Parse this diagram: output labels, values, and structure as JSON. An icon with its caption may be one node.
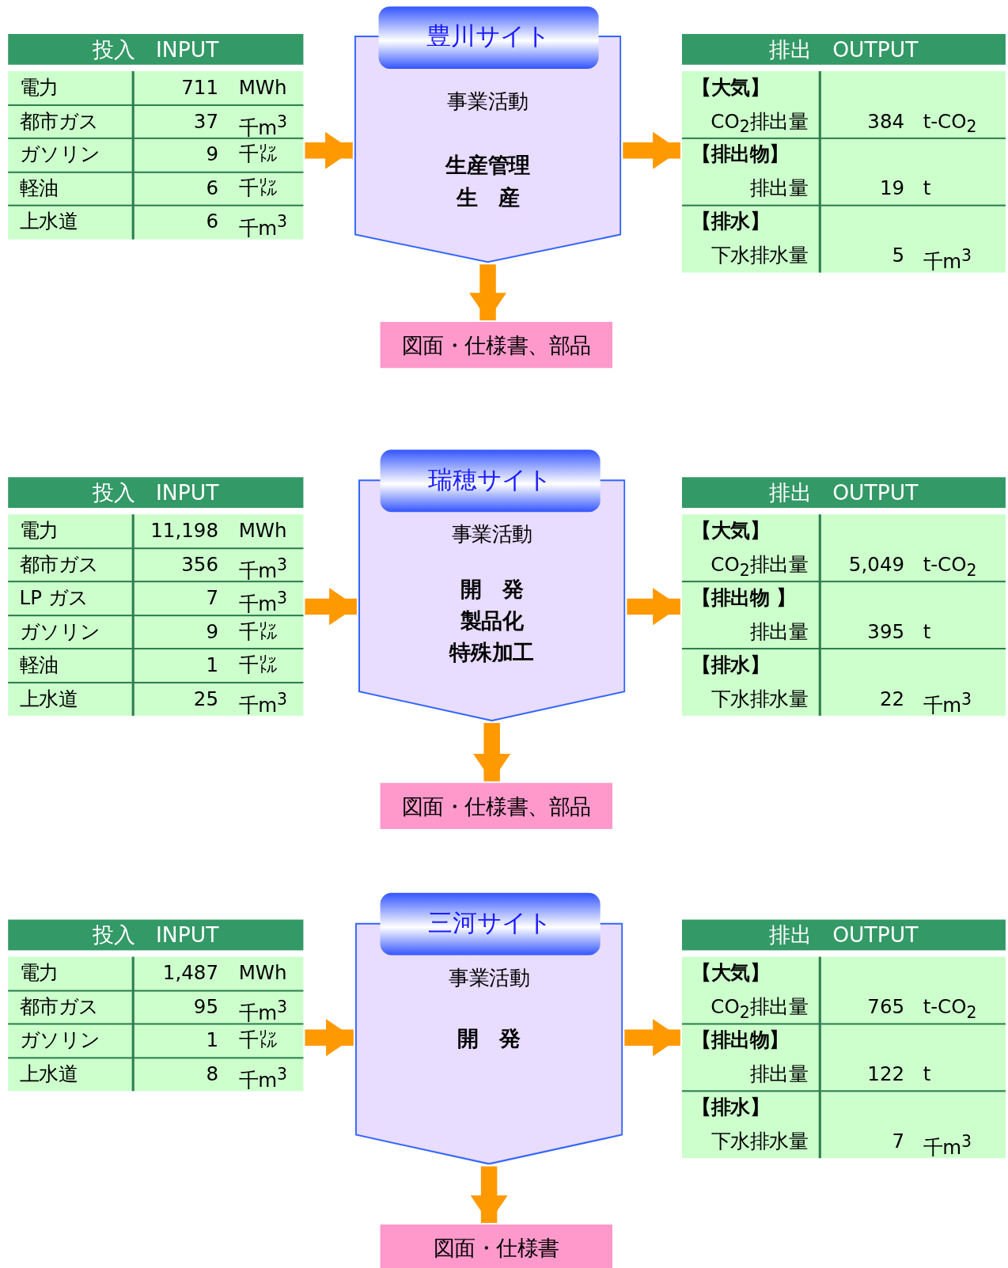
{
  "diagram": {
    "nodes": [
      {
        "text": [
          "投入　INPUT",
          "電力",
          "711",
          "MWh",
          "都市ガス",
          "37",
          "千m$^{3}$",
          "ガソリン",
          "9",
          "千㍑",
          "軽油",
          "6",
          "千㍑",
          "上水道",
          "6",
          "千m$^{3}$"
        ]
      },
      {
        "text": [
          "豊川サイト",
          "事業活動",
          "生産管理",
          "生　産"
        ]
      },
      {
        "text": [
          "排出　OUTPUT",
          "【大気】",
          "CO$_{2}$排出量",
          "384",
          "t-CO$_{2}$",
          "【排出物】",
          "排出量",
          "19",
          "t",
          "【排水】",
          "下水排水量",
          "5",
          "千m$^{3}$"
        ]
      },
      {
        "text": [
          "図面・仕様書、部品"
        ]
      },
      {
        "text": [
          "投入　INPUT",
          "電力",
          "11,198",
          "MWh",
          "都市ガス",
          "356",
          "千m$^{3}$",
          "LP ガス",
          "7",
          "千m$^{3}$",
          "ガソリン",
          "9",
          "千㍑",
          "軽油",
          "1",
          "千㍑",
          "上水道",
          "25",
          "千m$^{3}$"
        ]
      },
      {
        "text": [
          "瑞穂サイト",
          "事業活動",
          "開　発",
          "製品化",
          "特殊加工"
        ]
      },
      {
        "text": [
          "排出　OUTPUT",
          "【大気】",
          "CO$_{2}$排出量",
          "5,049",
          "t-CO$_{2}$",
          "【排出物 】",
          "排出量",
          "395",
          "t",
          "【排水】",
          "下水排水量",
          "22",
          "千m$^{3}$"
        ]
      },
      {
        "text": [
          "図面・仕様書、部品"
        ]
      },
      {
        "text": [
          "投入　INPUT",
          "電力",
          "1,487",
          "MWh",
          "都市ガス",
          "95",
          "千m$^{3}$",
          "ガソリン",
          "1",
          "千㍑",
          "上水道",
          "8",
          "千m$^{3}$"
        ]
      },
      {
        "text": [
          "三河サイト",
          "事業活動",
          "開　発"
        ]
      },
      {
        "text": [
          "排出　OUTPUT",
          "【大気】",
          "CO$_{2}$排出量",
          "765",
          "t-CO$_{2}$",
          "【排出物】",
          "排出量",
          "122",
          "t",
          "【排水】",
          "下水排水量",
          "7",
          "千m$^{3}$"
        ]
      },
      {
        "text": [
          "図面・仕様書"
        ]
      }
    ],
    "edges": [
      {
        "from": 0,
        "to": 1,
        "arrow": "to"
      },
      {
        "from": 1,
        "to": 2,
        "arrow": "to"
      },
      {
        "from": 1,
        "to": 3,
        "arrow": "to"
      },
      {
        "from": 4,
        "to": 5,
        "arrow": "to"
      },
      {
        "from": 5,
        "to": 6,
        "arrow": "to"
      },
      {
        "from": 5,
        "to": 7,
        "arrow": "to"
      },
      {
        "from": 8,
        "to": 9,
        "arrow": "to"
      },
      {
        "from": 9,
        "to": 10,
        "arrow": "to"
      },
      {
        "from": 9,
        "to": 11,
        "arrow": "to"
      }
    ]
  }
}
